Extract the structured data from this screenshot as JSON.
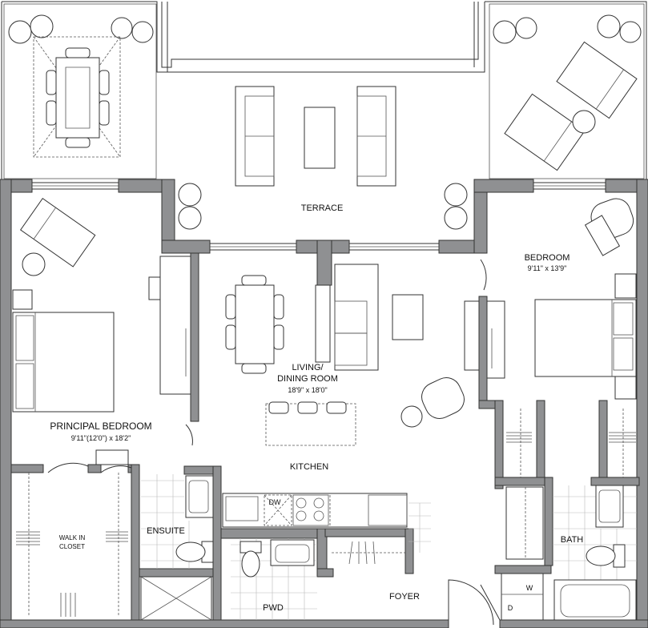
{
  "rooms": {
    "terrace": "TERRACE",
    "living": "LIVING/",
    "dining": "DINING ROOM",
    "living_dims": "18'9\" x 18'0\"",
    "bedroom": "BEDROOM",
    "bedroom_dims": "9'11\" x 13'9\"",
    "principal": "PRINCIPAL BEDROOM",
    "principal_dims": "9'11\"(12'0\") x 18'2\"",
    "kitchen": "KITCHEN",
    "walkin_1": "WALK IN",
    "walkin_2": "CLOSET",
    "ensuite": "ENSUITE",
    "bath": "BATH",
    "pwd": "PWD",
    "foyer": "FOYER"
  },
  "appliances": {
    "dishwasher": "DW",
    "washer": "W",
    "dryer": "D"
  }
}
